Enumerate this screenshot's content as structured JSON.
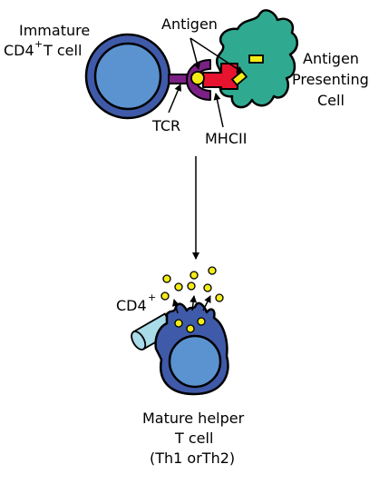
{
  "labels": {
    "immature_line1": "Immature",
    "immature_line2": "CD4",
    "immature_sup": "+",
    "immature_line2b": "T cell",
    "antigen": "Antigen",
    "apc_line1": "Antigen",
    "apc_line2": "Presenting",
    "apc_line3": "Cell",
    "tcr": "TCR",
    "mhcii": "MHCII",
    "cd4": "CD4",
    "cd4_sup": "+",
    "mature_line1": "Mature helper",
    "mature_line2": "T cell",
    "mature_line3": "(Th1 orTh2)"
  },
  "colors": {
    "tcell_outer": "#3f5aa8",
    "tcell_inner": "#5b93d0",
    "apc": "#2faa91",
    "tcr": "#7b2185",
    "mhcii": "#e8132e",
    "antigen": "#f4ec16",
    "cd4_cylinder": "#a9dbe8"
  }
}
